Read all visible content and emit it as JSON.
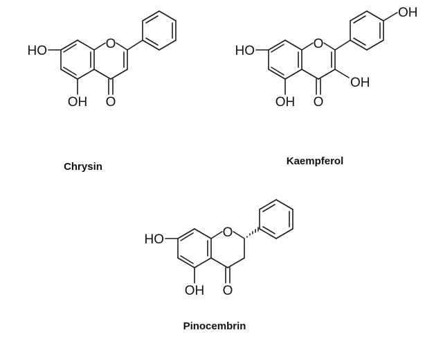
{
  "compounds": [
    {
      "name": "Chrysin",
      "labels": {
        "ho": "HO",
        "oh_bottom": "OH",
        "ring_o": "O",
        "carbonyl_o": "O"
      }
    },
    {
      "name": "Kaempferol",
      "labels": {
        "ho": "HO",
        "oh_bottom": "OH",
        "ring_o": "O",
        "carbonyl_o": "O",
        "oh_c3": "OH",
        "oh_para": "OH"
      }
    },
    {
      "name": "Pinocembrin",
      "labels": {
        "ho": "HO",
        "oh_bottom": "OH",
        "ring_o": "O",
        "carbonyl_o": "O"
      }
    }
  ]
}
